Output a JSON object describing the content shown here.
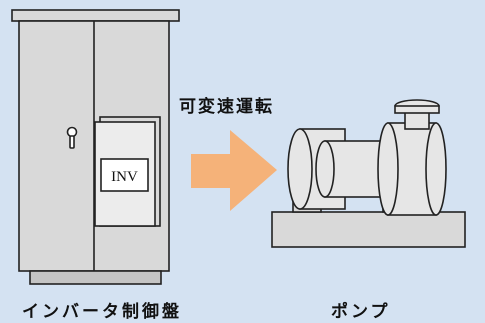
{
  "labels": {
    "operation": "可変速運転",
    "panel": "インバータ制御盤",
    "pump": "ポンプ",
    "inverter_plate": "INV"
  },
  "colors": {
    "background": "#d4e2f2",
    "cabinet": "#d9d9d9",
    "cabinet_dark": "#c4c4c4",
    "arrow": "#f5b279",
    "outline": "#222222"
  },
  "icons": [
    "cabinet-handle-icon",
    "arrow-right-icon",
    "pump-icon"
  ]
}
